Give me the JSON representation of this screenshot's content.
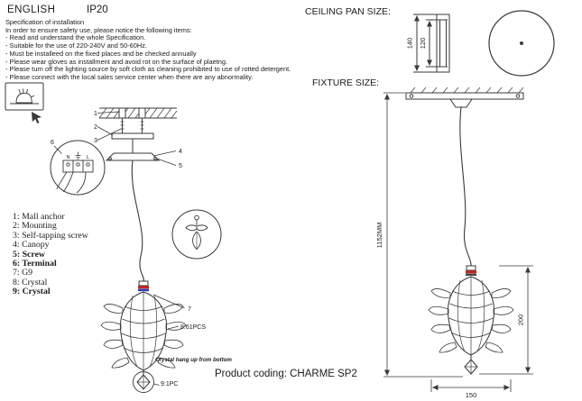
{
  "header": {
    "language": "ENGLISH",
    "ip_rating": "IP20"
  },
  "spec": {
    "title": "Specification of installation",
    "intro": "In order to ensure safety use, please notice the following items:",
    "items": [
      "- Read and understand the whole Specification.",
      "- Suitable for the use of 220-240V and 50-60Hz.",
      "- Must be installeed on the fixed places and be checked annually",
      "- Please wear gloves as installment and avoid rot on the surface of plaetng.",
      "- Please turn off the lighting source by soft cloth as cleaning prohibited to use of rotted detergent.",
      "- Please connect with the local sales service center when there are any abnormality."
    ]
  },
  "ceiling_pan": {
    "label": "CEILING PAN SIZE:",
    "dim_height": "140",
    "dim_inner": "120"
  },
  "fixture": {
    "label": "FIXTURE SIZE:",
    "dim_total": "1152MM",
    "dim_body": "200",
    "dim_width": "150"
  },
  "parts": {
    "items": [
      {
        "label": "1: Mall anchor"
      },
      {
        "label": "2: Mounting"
      },
      {
        "label": "3: Self-tapping screw"
      },
      {
        "label": "4: Canopy"
      },
      {
        "label": "5: Screw"
      },
      {
        "label": "6: Terminal"
      },
      {
        "label": "7: G9"
      },
      {
        "label": "8: Crystal"
      },
      {
        "label": "9: Crystal"
      }
    ]
  },
  "callouts": {
    "n1": "1",
    "n2": "2",
    "n3": "3",
    "n4": "4",
    "n5": "5",
    "n6": "6",
    "n7": "7"
  },
  "annotations": {
    "crystal_count": "8:61PCS",
    "bottom_crystal_count": "9:1PC",
    "crystal_note": "Crystal hang up from bottom"
  },
  "terminal": {
    "left_label": "N",
    "right_label": "L"
  },
  "footer": {
    "product_coding": "Product coding: CHARME SP2"
  },
  "colors": {
    "line": "#3a3a3a",
    "accent_red": "#c42323",
    "accent_blue": "#2a3fb8"
  }
}
